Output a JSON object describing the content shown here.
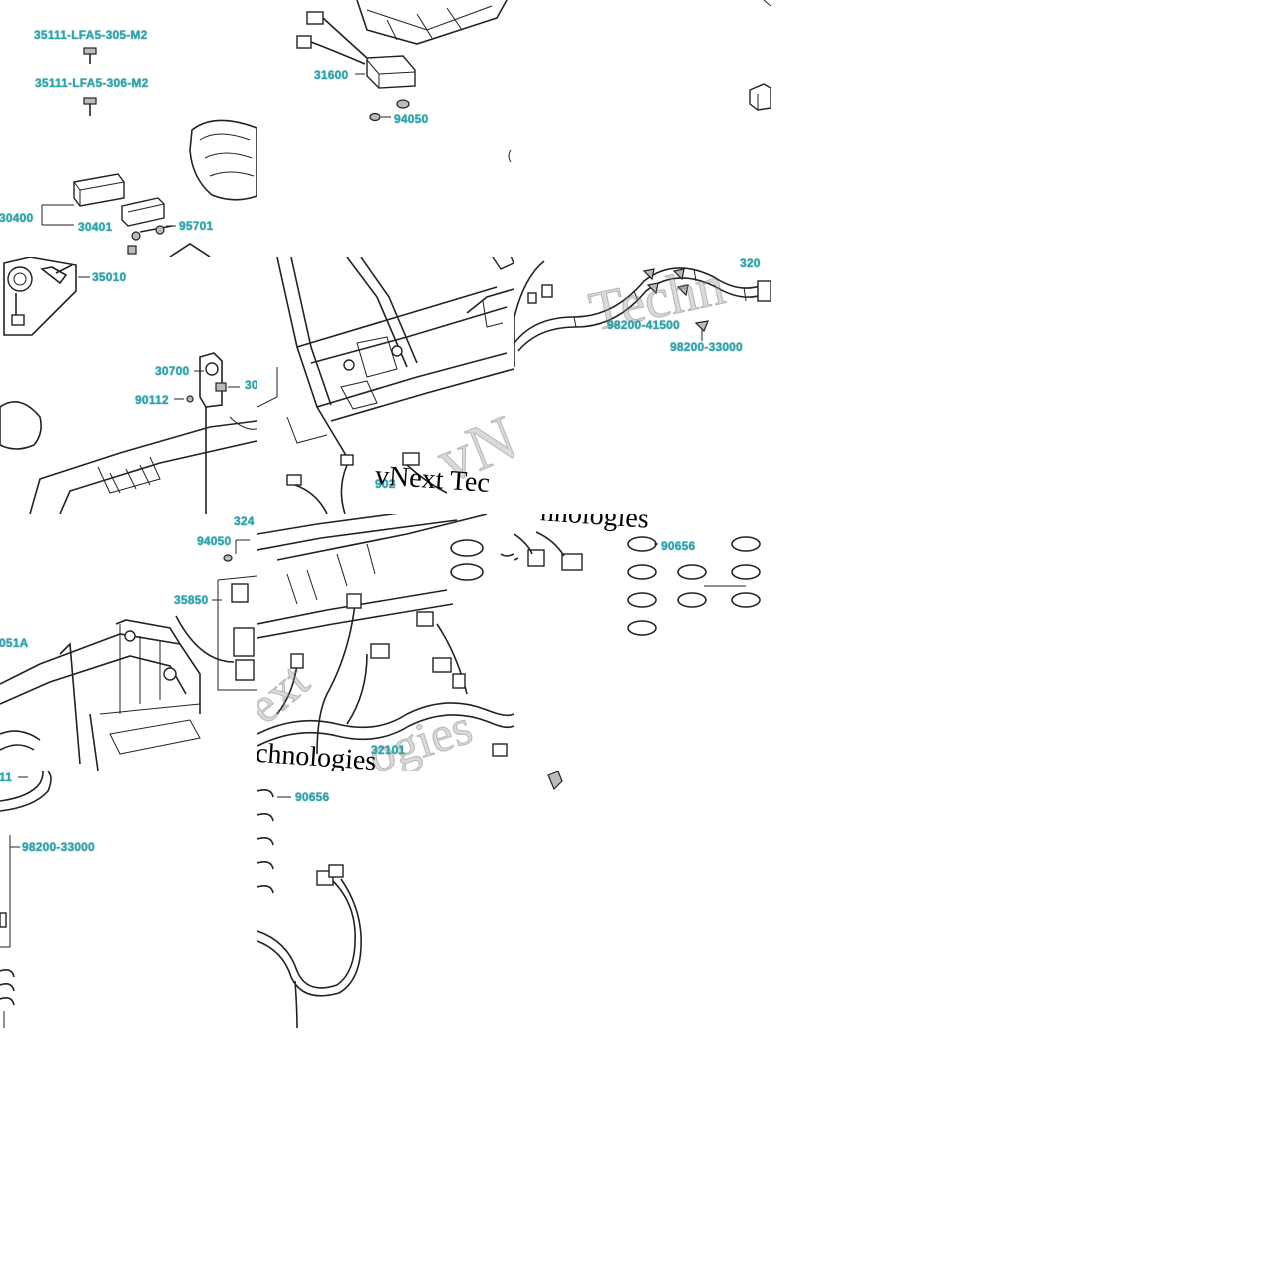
{
  "labels": {
    "p35111_305": "35111-LFA5-305-M2",
    "p35111_306": "35111-LFA5-306-M2",
    "p30400": "30400",
    "p30401": "30401",
    "p95701": "95701",
    "p31600": "31600",
    "p94050_a": "94050",
    "p35010": "35010",
    "p30700": "30700",
    "p30_partial": "30",
    "p90112": "90112",
    "p98200_41500": "98200-41500",
    "p98200_33000_a": "98200-33000",
    "p320_partial": "320",
    "p324_partial": "324",
    "p94050_b": "94050",
    "p35850": "35850",
    "p51A_partial": "051A",
    "p90656_a": "90656",
    "p32101": "32101",
    "p11_partial": "11",
    "p98200_33000_b": "98200-33000",
    "p90656_b": "90656",
    "p902_partial": "902"
  },
  "watermarks": {
    "w1": "vNext Tec",
    "w2": "hnologies",
    "w3": "chnologies",
    "w4": "Techn",
    "w5": "vNe",
    "w6": "ext",
    "w7": "ogies"
  }
}
